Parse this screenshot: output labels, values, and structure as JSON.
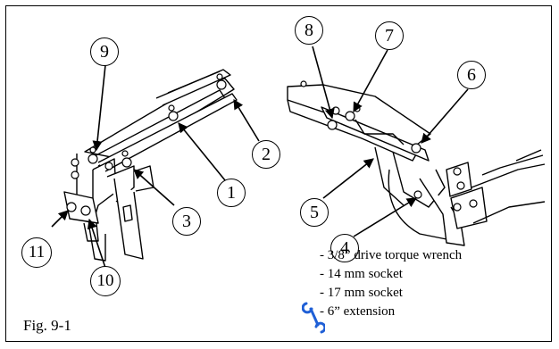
{
  "figure": {
    "label": "Fig. 9-1",
    "callouts": [
      "1",
      "2",
      "3",
      "4",
      "5",
      "6",
      "7",
      "8",
      "9",
      "10",
      "11"
    ],
    "tools": [
      "- 3/8” drive torque wrench",
      "- 14 mm socket",
      "- 17 mm socket",
      "- 6” extension"
    ],
    "wrench_icon_color": "#1f5fd6",
    "line_color": "#000000"
  }
}
